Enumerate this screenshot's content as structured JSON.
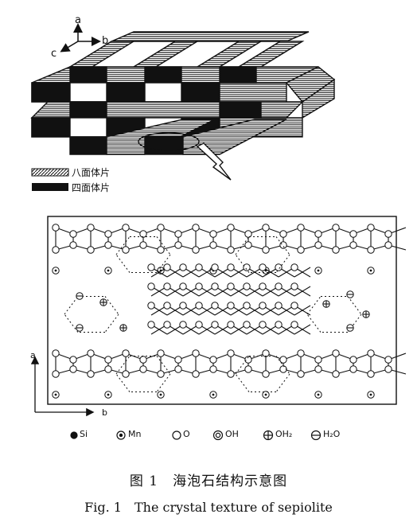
{
  "axes_top": {
    "a": "a",
    "b": "b",
    "c": "c"
  },
  "axes_bottom": {
    "a": "a",
    "b": "b"
  },
  "top_legend": [
    {
      "label": "八面体片",
      "pattern": "hatched"
    },
    {
      "label": "四面体片",
      "pattern": "solid"
    }
  ],
  "atom_legend": [
    {
      "symbol": "filled-dot",
      "label": "Si"
    },
    {
      "symbol": "dot-in-circle",
      "label": "Mn"
    },
    {
      "symbol": "open-circle",
      "label": "O"
    },
    {
      "symbol": "double-circle",
      "label": "OH"
    },
    {
      "symbol": "plus-circle",
      "label": "OH₂"
    },
    {
      "symbol": "minus-circle",
      "label": "H₂O"
    }
  ],
  "caption": {
    "cn": "图 1　海泡石结构示意图",
    "en": "Fig. 1　The crystal texture of sepiolite"
  }
}
